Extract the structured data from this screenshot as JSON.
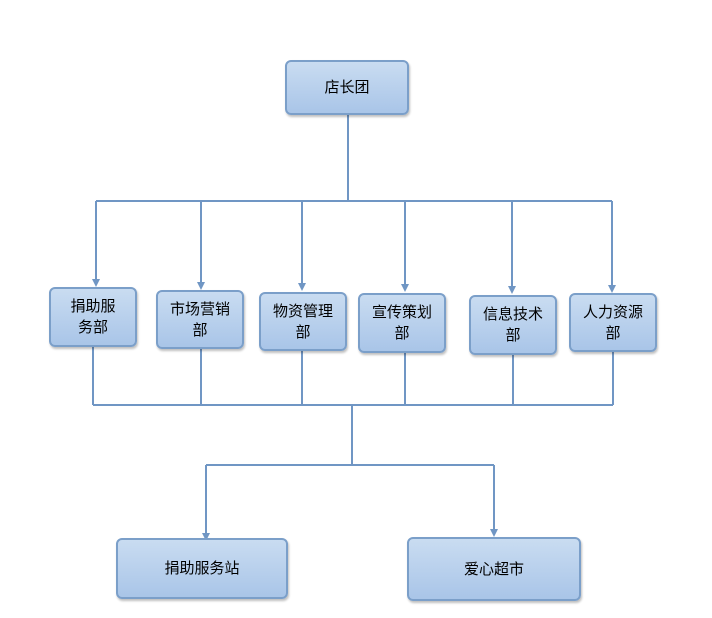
{
  "colors": {
    "box_fill_top": "#c9dcf1",
    "box_fill_bottom": "#a9c5e8",
    "box_border": "#7b9fc9",
    "connector": "#7096c4"
  },
  "root": {
    "label": "店长团"
  },
  "departments": [
    {
      "label": "捐助服务部"
    },
    {
      "label": "市场营销部"
    },
    {
      "label": "物资管理部"
    },
    {
      "label": "宣传策划部"
    },
    {
      "label": "信息技术部"
    },
    {
      "label": "人力资源部"
    }
  ],
  "outputs": [
    {
      "label": "捐助服务站"
    },
    {
      "label": "爱心超市"
    }
  ]
}
